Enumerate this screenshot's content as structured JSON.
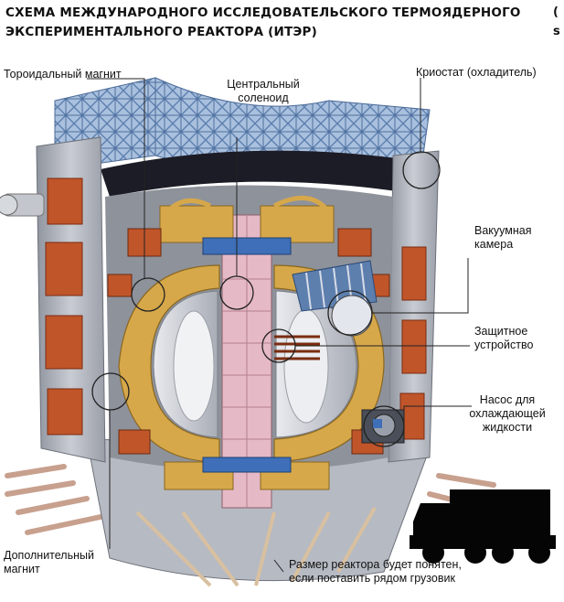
{
  "title_line1": "СХЕМА МЕЖДУНАРОДНОГО ИССЛЕДОВАТЕЛЬСКОГО ТЕРМОЯДЕРНОГО",
  "title_line2": "ЭКСПЕРИМЕНТАЛЬНОГО РЕАКТОРА (ИТЭР)",
  "edge_fragments": [
    "(",
    "s"
  ],
  "labels": {
    "toroidal_magnet": "Тороидальный магнит",
    "central_solenoid_1": "Центральный",
    "central_solenoid_2": "соленоид",
    "cryostat": "Криостат (охладитель)",
    "vacuum_chamber_1": "Вакуумная",
    "vacuum_chamber_2": "камера",
    "protective_device_1": "Защитное",
    "protective_device_2": "устройство",
    "coolant_pump_1": "Насос для",
    "coolant_pump_2": "охлаждающей",
    "coolant_pump_3": "жидкости",
    "additional_magnet_1": "Дополнительный",
    "additional_magnet_2": "магнит",
    "truck_note_1": "Размер реактора будет понятен,",
    "truck_note_2": "если поставить рядом грузовик"
  },
  "colors": {
    "steel_frame": "#9fb7d6",
    "dark_cover": "#1b1b24",
    "wall_grey": "#b9bcc4",
    "copper": "#c0552a",
    "magnet_gold": "#d6a84a",
    "coil_blue": "#3e6fb8",
    "pink_core": "#e6b9c6",
    "plasma_grey": "#cfd2d8",
    "truck": "#050505"
  }
}
